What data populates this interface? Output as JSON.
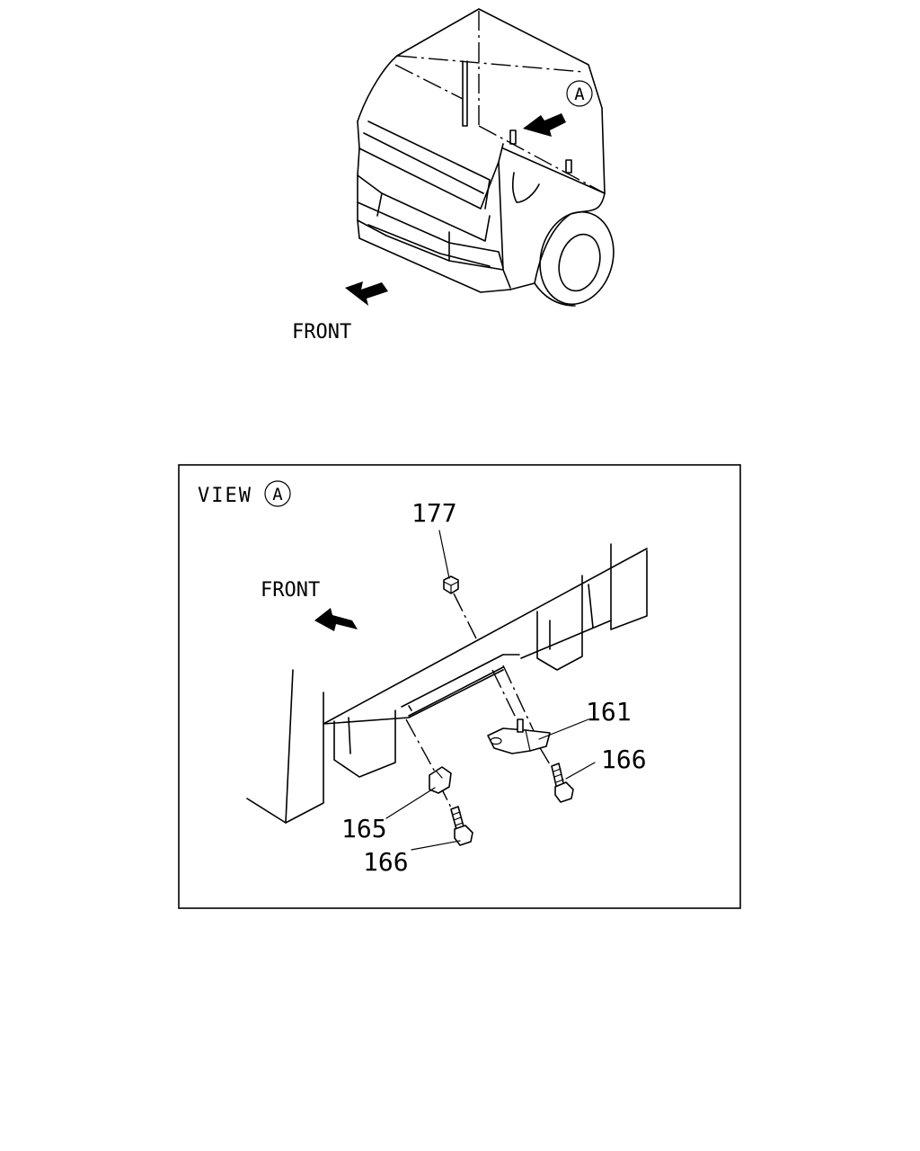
{
  "overview": {
    "view_marker": "A",
    "front_label": "FRONT"
  },
  "detail": {
    "view_label": "VIEW",
    "view_marker": "A",
    "front_label": "FRONT",
    "callouts": [
      {
        "id": "part-177",
        "number": "177"
      },
      {
        "id": "part-161",
        "number": "161"
      },
      {
        "id": "part-166-right",
        "number": "166"
      },
      {
        "id": "part-165",
        "number": "165"
      },
      {
        "id": "part-166-left",
        "number": "166"
      }
    ]
  }
}
